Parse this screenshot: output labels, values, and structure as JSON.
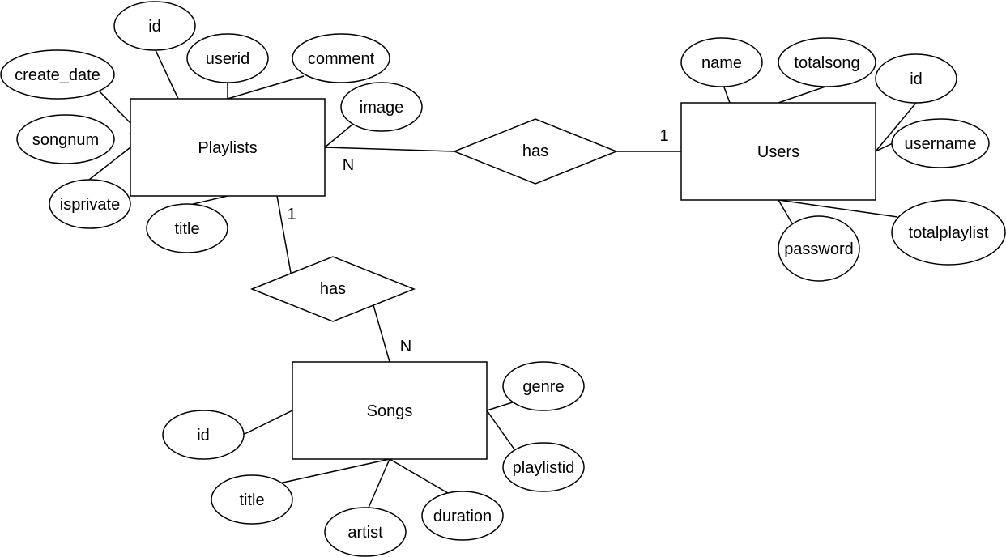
{
  "entities": {
    "playlists": "Playlists",
    "users": "Users",
    "songs": "Songs"
  },
  "relationships": {
    "playlists_users": "has",
    "playlists_songs": "has"
  },
  "cardinalities": {
    "playlists_side_users_rel": "N",
    "users_side": "1",
    "playlists_side_songs_rel": "1",
    "songs_side": "N"
  },
  "playlist_attributes": {
    "id": "id",
    "userid": "userid",
    "comment": "comment",
    "create_date": "create_date",
    "image": "image",
    "songnum": "songnum",
    "isprivate": "isprivate",
    "title": "title"
  },
  "user_attributes": {
    "name": "name",
    "totalsong": "totalsong",
    "id": "id",
    "username": "username",
    "password": "password",
    "totalplaylist": "totalplaylist"
  },
  "song_attributes": {
    "id": "id",
    "genre": "genre",
    "playlistid": "playlistid",
    "title": "title",
    "artist": "artist",
    "duration": "duration"
  }
}
